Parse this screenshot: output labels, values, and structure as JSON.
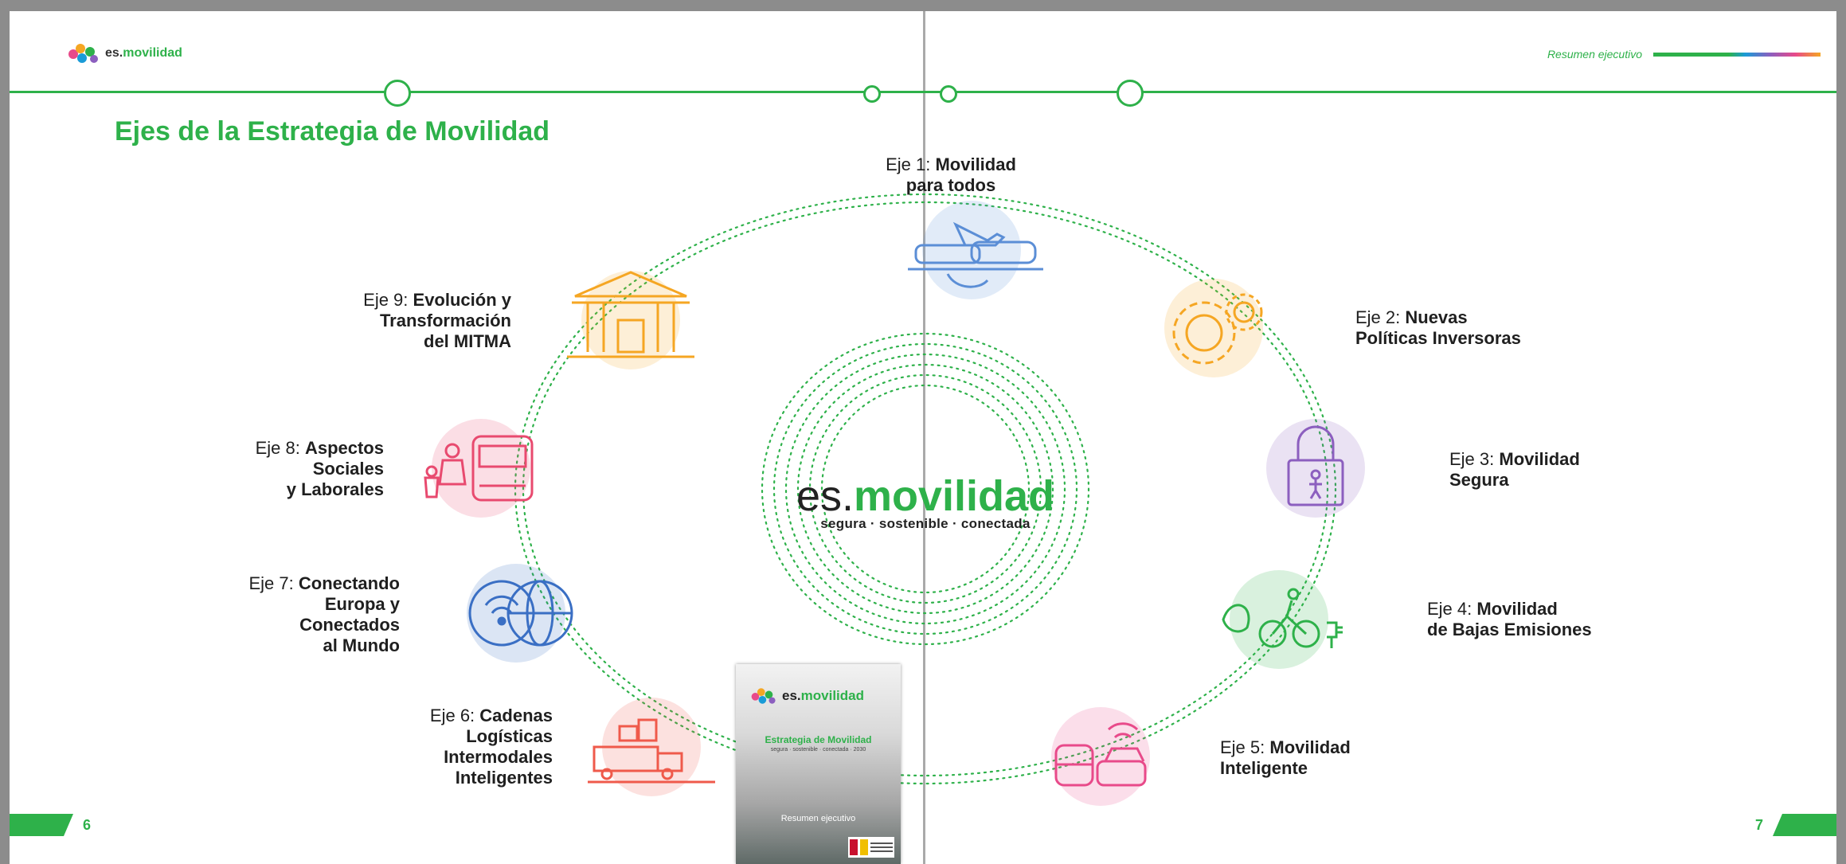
{
  "header": {
    "brand_es": "es.",
    "brand_mov": "movilidad",
    "section_label": "Resumen ejecutivo"
  },
  "page": {
    "title": "Ejes de la Estrategia de Movilidad",
    "left_number": "6",
    "right_number": "7"
  },
  "center": {
    "es": "es.",
    "mov": "movilidad",
    "tagline": "segura · sostenible · conectada"
  },
  "axes": [
    {
      "num": "Eje 1:",
      "title_lines": [
        "Movilidad",
        "para todos"
      ],
      "color": "#5b8ed6",
      "icon": "train-plane-icon"
    },
    {
      "num": "Eje 2:",
      "title_lines": [
        "Nuevas",
        "Políticas Inversoras"
      ],
      "color": "#f5a623",
      "icon": "gears-icon"
    },
    {
      "num": "Eje 3:",
      "title_lines": [
        "Movilidad",
        "Segura"
      ],
      "color": "#8c5fbf",
      "icon": "padlock-icon"
    },
    {
      "num": "Eje 4:",
      "title_lines": [
        "Movilidad",
        "de Bajas Emisiones"
      ],
      "color": "#2eb14a",
      "icon": "bike-leaf-icon"
    },
    {
      "num": "Eje 5:",
      "title_lines": [
        "Movilidad",
        "Inteligente"
      ],
      "color": "#e84a8a",
      "icon": "connected-vehicles-icon"
    },
    {
      "num": "Eje 6:",
      "title_lines": [
        "Cadenas",
        "Logísticas",
        "Intermodales",
        "Inteligentes"
      ],
      "color": "#ef5a4b",
      "icon": "logistics-icon"
    },
    {
      "num": "Eje 7:",
      "title_lines": [
        "Conectando",
        "Europa y",
        "Conectados",
        "al Mundo"
      ],
      "color": "#3a6fc4",
      "icon": "globe-eu-icon"
    },
    {
      "num": "Eje 8:",
      "title_lines": [
        "Aspectos",
        "Sociales",
        "y Laborales"
      ],
      "color": "#e84a6f",
      "icon": "family-bus-icon"
    },
    {
      "num": "Eje 9:",
      "title_lines": [
        "Evolución y",
        "Transformación",
        "del MITMA"
      ],
      "color": "#f5a623",
      "icon": "building-icon"
    }
  ],
  "cover": {
    "brand_es": "es.",
    "brand_mov": "movilidad",
    "title": "Estrategia de Movilidad",
    "subtitle": "segura · sostenible · conectada · 2030",
    "summary": "Resumen ejecutivo"
  }
}
